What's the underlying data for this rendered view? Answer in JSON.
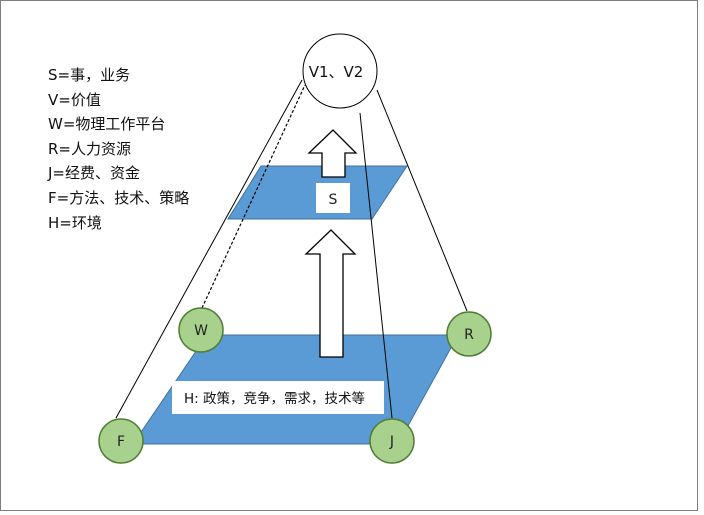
{
  "legend": [
    "S=事，业务",
    "V=价值",
    "W=物理工作平台",
    "R=人力资源",
    "J=经费、资金",
    "F=方法、技术、策略",
    "H=环境"
  ],
  "nodes": {
    "top": "V1、V2",
    "w": "W",
    "r": "R",
    "f": "F",
    "j": "J"
  },
  "boxes": {
    "s": "S",
    "h": "H: 政策，竞争，需求，技术等"
  },
  "colors": {
    "plane": "#5b9bd5",
    "plane_stroke": "#41719c",
    "node_fill": "#a9d18e",
    "node_stroke": "#507e32"
  }
}
